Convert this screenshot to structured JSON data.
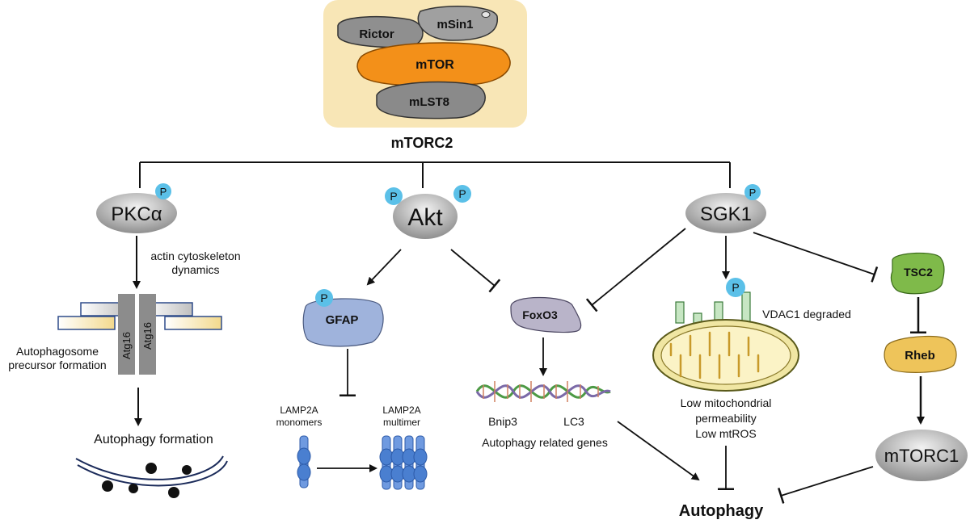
{
  "complex": {
    "title": "mTORC2",
    "subunits": {
      "rictor": "Rictor",
      "msin1": "mSin1",
      "mtor": "mTOR",
      "mlst8": "mLST8"
    }
  },
  "kinases": {
    "pkc": "PKCα",
    "akt": "Akt",
    "sgk1": "SGK1"
  },
  "phospho_label": "P",
  "pkc_branch": {
    "note_line1": "actin cytoskeleton",
    "note_line2": "dynamics",
    "atg16": "Atg16",
    "precursor_line1": "Autophagosome",
    "precursor_line2": "precursor formation",
    "outcome": "Autophagy formation"
  },
  "akt_branch": {
    "gfap": "GFAP",
    "lamp_mono_line1": "LAMP2A",
    "lamp_mono_line2": "monomers",
    "lamp_multi_line1": "LAMP2A",
    "lamp_multi_line2": "multimer",
    "foxo3": "FoxO3",
    "gene1": "Bnip3",
    "gene2": "LC3",
    "genes_caption": "Autophagy related genes"
  },
  "sgk1_branch": {
    "vdac": "VDAC1 degraded",
    "mito_line1": "Low mitochondrial",
    "mito_line2": "permeability",
    "mito_line3": "Low mtROS",
    "tsc2": "TSC2",
    "rheb": "Rheb",
    "mtorc1": "mTORC1"
  },
  "outcome": "Autophagy",
  "colors": {
    "panel": "#f8e6b6",
    "mtor": "#f39019",
    "grey": "#a9a9a9",
    "phospho": "#5bc0e8",
    "gfap": "#9fb3dc",
    "foxo3": "#b9b4c9",
    "tsc2": "#7fba4a",
    "rheb": "#eec45a",
    "lamp": "#4a7fd0",
    "mito": "#f0e6a3"
  }
}
